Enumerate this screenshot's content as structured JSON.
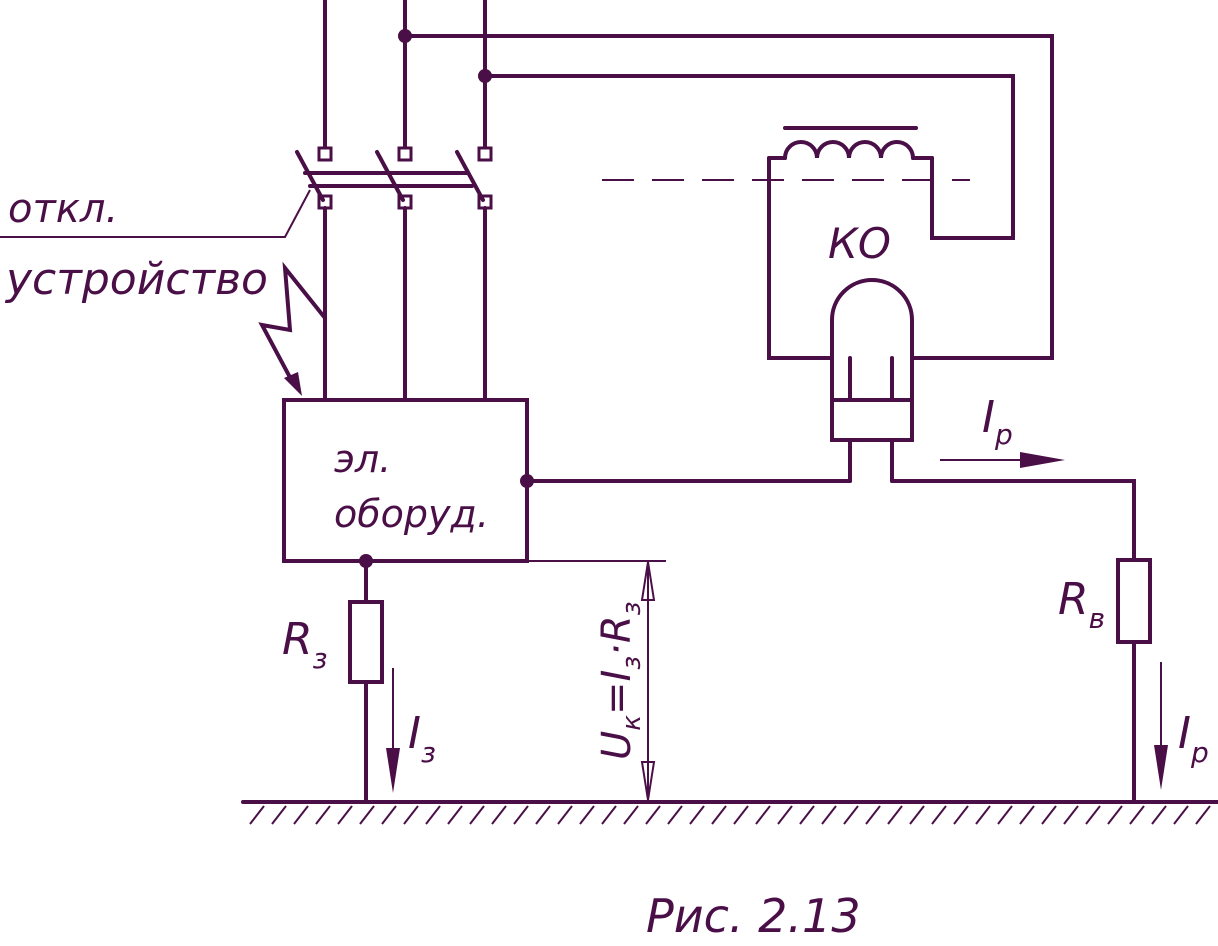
{
  "labels": {
    "otkl": "откл.",
    "ustroistvo": "устройство",
    "ko": "КО",
    "equipment_line1": "эл.",
    "equipment_line2": "оборуд.",
    "r_z_main": "R",
    "r_z_sub": "з",
    "i_z_main": "I",
    "i_z_sub": "з",
    "r_v_main": "R",
    "r_v_sub": "в",
    "i_p_top_main": "I",
    "i_p_top_sub": "р",
    "i_p_bottom_main": "I",
    "i_p_bottom_sub": "р",
    "u_k_formula": "U",
    "u_k_sub": "к",
    "u_k_rest": "=I",
    "u_k_sub2": "з",
    "u_k_mult": "·R",
    "u_k_sub3": "з",
    "caption": "Рис. 2.13"
  },
  "colors": {
    "ink": "#4a0f47",
    "background": "#ffffff"
  }
}
